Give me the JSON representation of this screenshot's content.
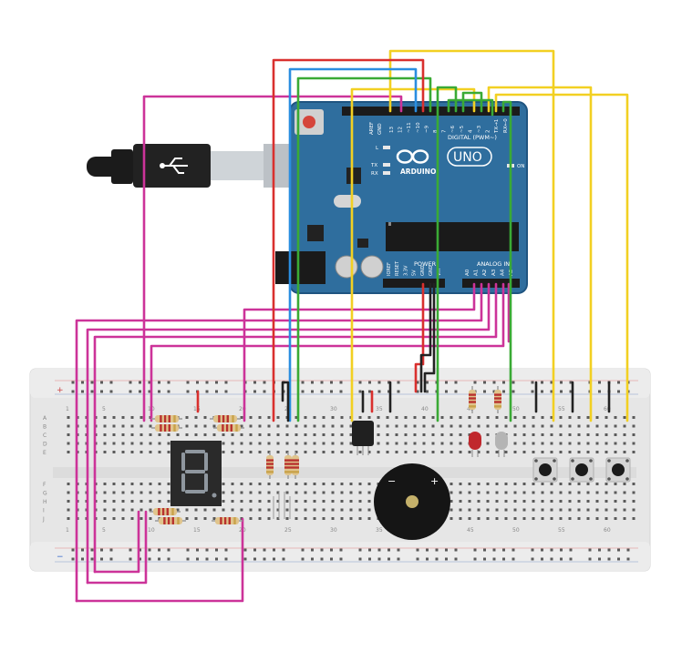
{
  "colors": {
    "board": "#2f6e9e",
    "board_dark": "#1f5480",
    "breadboard": "#e9e9e9",
    "wire_magenta": "#cc3399",
    "wire_yellow": "#f2d022",
    "wire_green": "#3aaa35",
    "wire_blue": "#2a8ee0",
    "wire_red": "#d9302e",
    "wire_black": "#222222",
    "led_red": "#c0282d",
    "led_gray": "#b4b4b4",
    "segment_lit": "#8f979f"
  },
  "arduino": {
    "aref": "AREF",
    "gnd": "GND",
    "digital_pins": [
      "13",
      "12",
      "~11",
      "~10",
      "~9",
      "8",
      "7",
      "~6",
      "~5",
      "4",
      "~3",
      "2",
      "TX→1",
      "RX←0"
    ],
    "digital_label": "DIGITAL (PWM~)",
    "brand": "ARDUINO",
    "model": "UNO",
    "led_l": "L",
    "led_tx": "TX",
    "led_rx": "RX",
    "led_on": "ON",
    "power_label": "POWER",
    "analog_label": "ANALOG IN",
    "power_pins": [
      "IOREF",
      "RESET",
      "3.3V",
      "5V",
      "GND",
      "GND",
      "Vin"
    ],
    "analog_pins": [
      "A0",
      "A1",
      "A2",
      "A3",
      "A4",
      "A5"
    ]
  },
  "breadboard": {
    "row_letters_top": [
      "A",
      "B",
      "C",
      "D",
      "E"
    ],
    "row_letters_bottom": [
      "F",
      "G",
      "H",
      "I",
      "J"
    ],
    "column_numbers": [
      "1",
      "5",
      "10",
      "15",
      "20",
      "25",
      "30",
      "35",
      "40",
      "45",
      "50",
      "55",
      "60"
    ],
    "rail_plus": "+",
    "rail_minus": "−"
  },
  "components": {
    "seven_segment_digit": "8",
    "buzzer_minus": "−",
    "buzzer_plus": "+"
  }
}
